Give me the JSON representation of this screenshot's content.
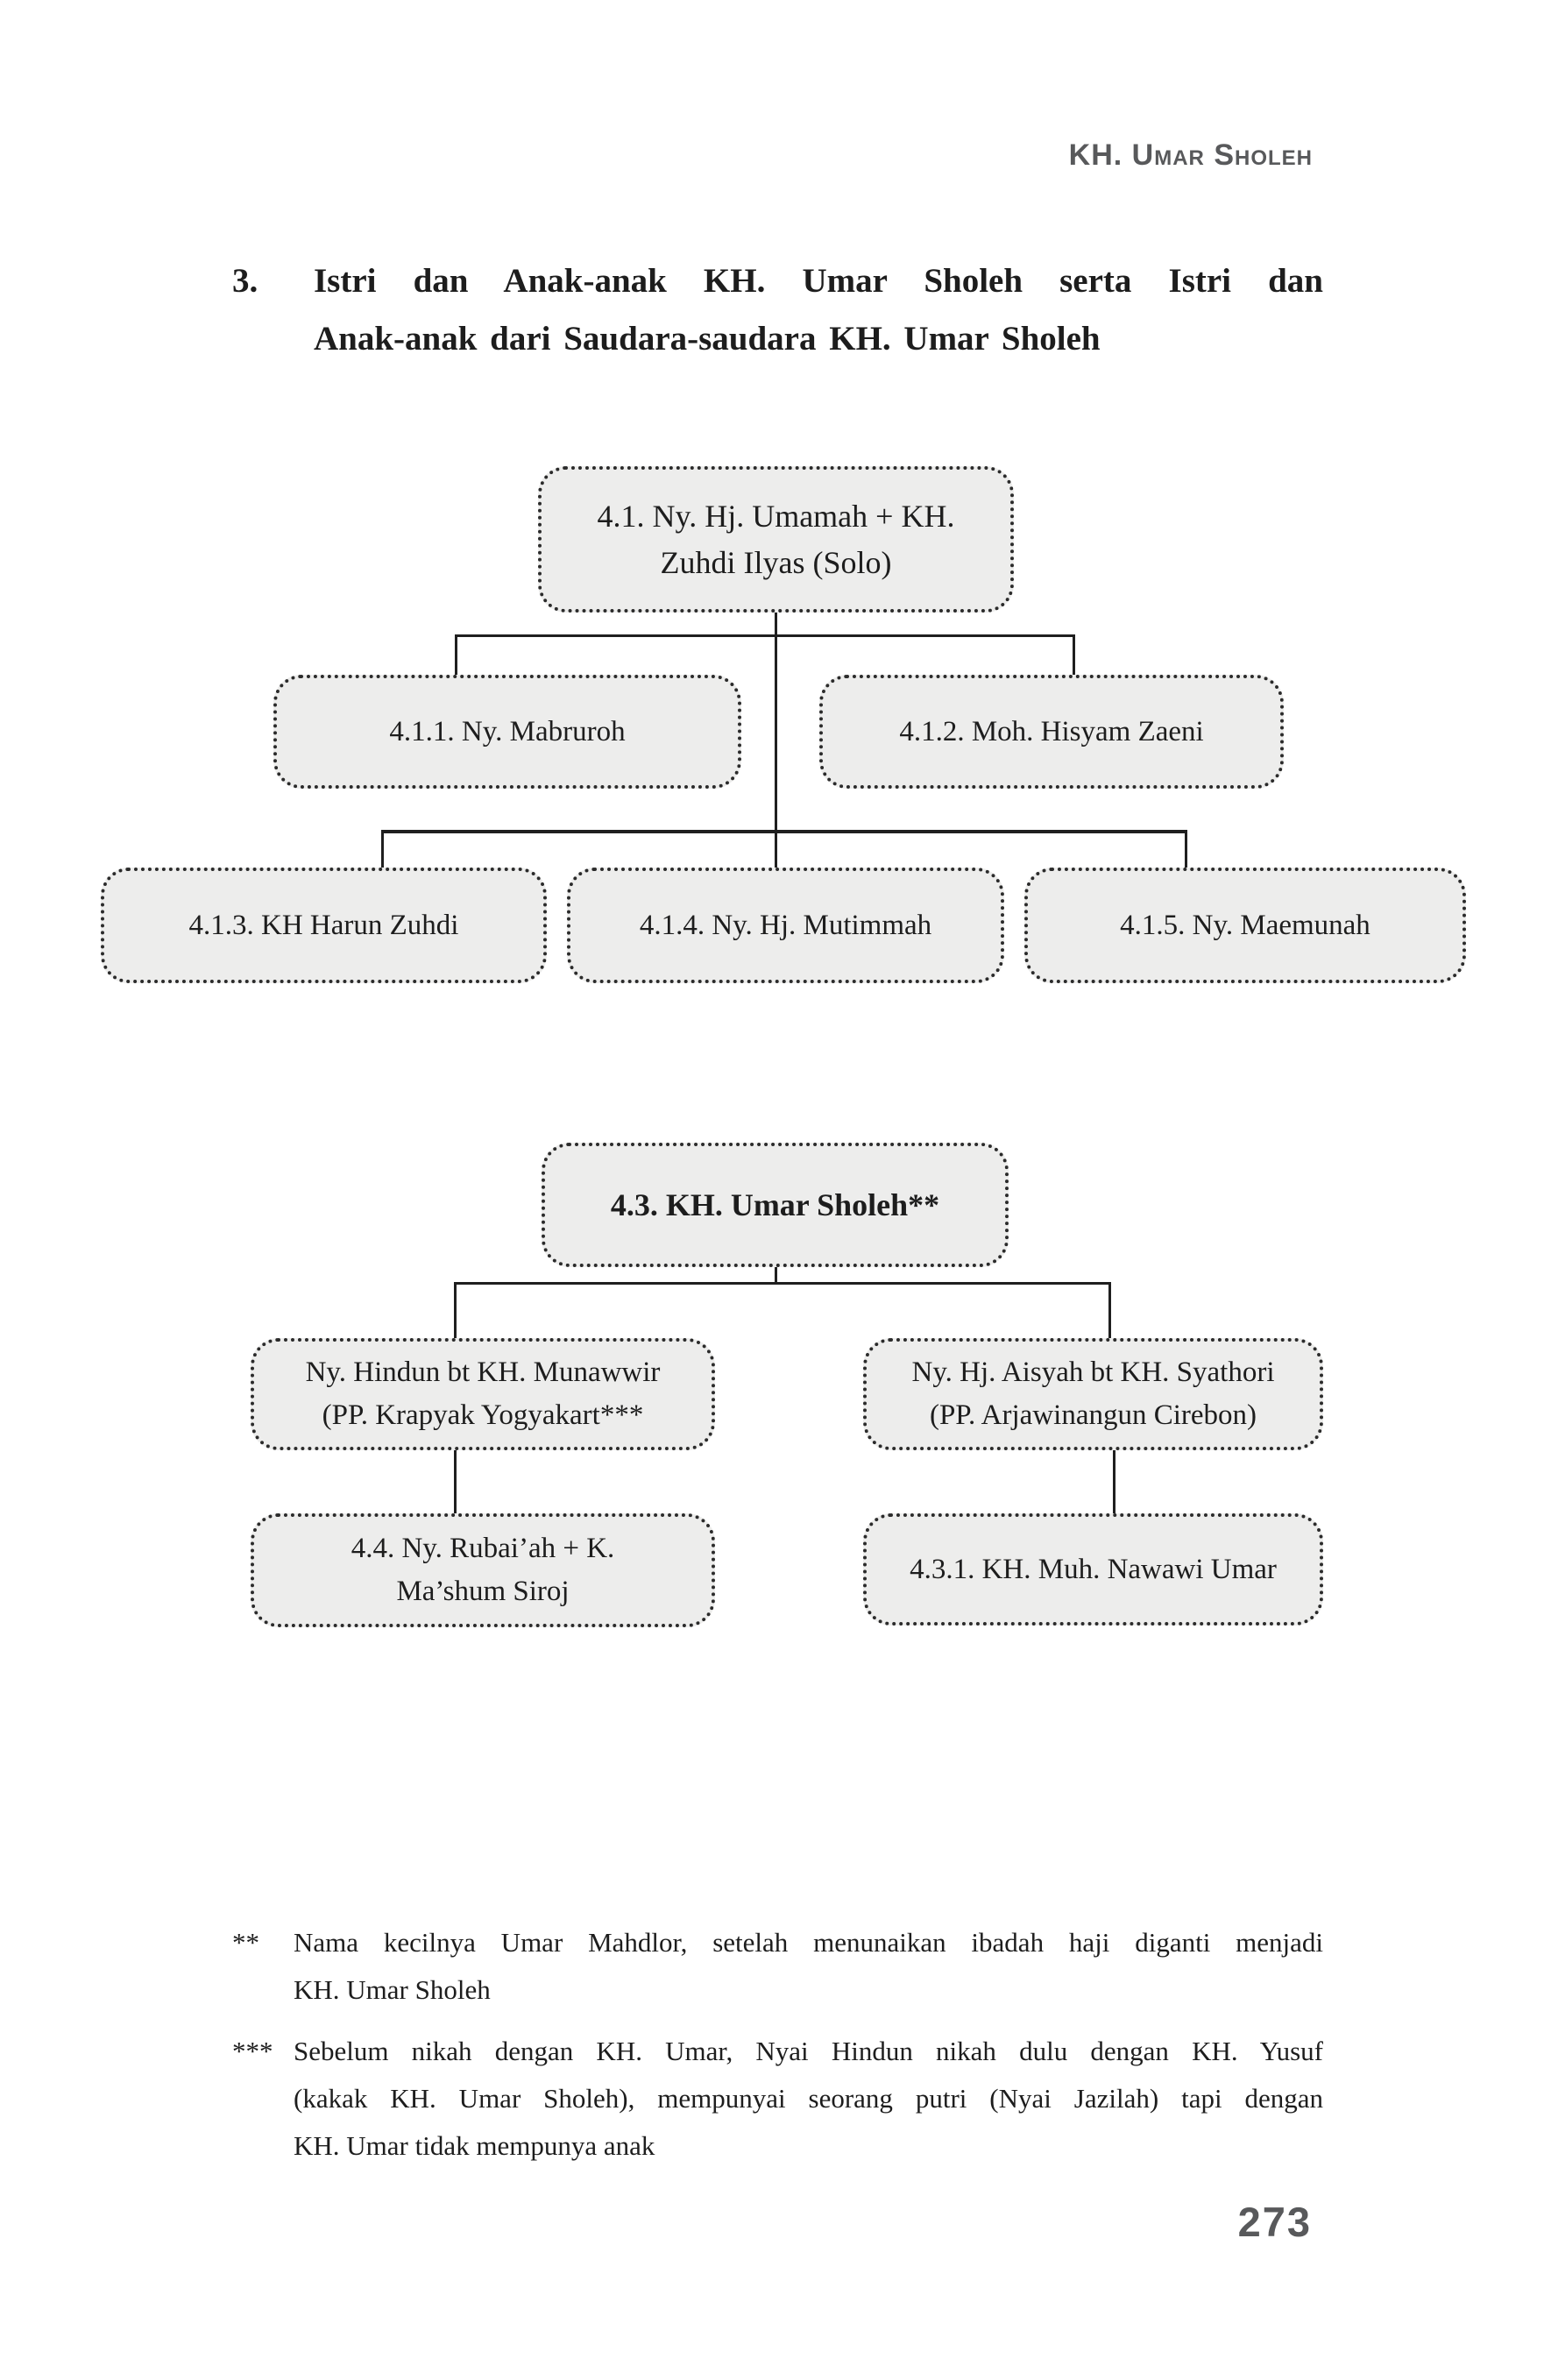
{
  "header": {
    "title": "KH. Umar Sholeh"
  },
  "heading": {
    "number": "3.",
    "line1": "Istri dan Anak-anak KH. Umar Sholeh serta Istri dan",
    "line2": "Anak-anak dari Saudara-saudara KH. Umar Sholeh"
  },
  "tree1": {
    "root": {
      "line1": "4.1. Ny. Hj. Umamah + KH.",
      "line2": "Zuhdi Ilyas (Solo)"
    },
    "children": [
      {
        "label": "4.1.1. Ny. Mabruroh"
      },
      {
        "label": "4.1.2. Moh. Hisyam Zaeni"
      }
    ],
    "grandchildren": [
      {
        "label": "4.1.3. KH  Harun Zuhdi"
      },
      {
        "label": "4.1.4. Ny. Hj. Mutimmah"
      },
      {
        "label": "4.1.5. Ny. Maemunah"
      }
    ]
  },
  "tree2": {
    "root": {
      "label": "4.3. KH. Umar Sholeh**"
    },
    "wives": [
      {
        "line1": "Ny. Hindun bt KH. Munawwir",
        "line2": "(PP. Krapyak Yogyakart***"
      },
      {
        "line1": "Ny. Hj. Aisyah bt KH. Syathori",
        "line2": "(PP. Arjawinangun Cirebon)"
      }
    ],
    "children": [
      {
        "line1": "4.4. Ny. Rubai’ah + K.",
        "line2": "Ma’shum Siroj"
      },
      {
        "label": "4.3.1. KH. Muh. Nawawi Umar"
      }
    ]
  },
  "footnotes": [
    {
      "marker": "**",
      "lines": [
        "Nama kecilnya Umar Mahdlor, setelah menunaikan ibadah haji diganti menjadi",
        "KH. Umar Sholeh"
      ]
    },
    {
      "marker": "***",
      "lines": [
        "Sebelum nikah dengan KH. Umar, Nyai Hindun nikah dulu dengan KH. Yusuf",
        "(kakak KH. Umar Sholeh), mempunyai seorang putri (Nyai Jazilah) tapi dengan",
        "KH. Umar tidak mempunya anak"
      ]
    }
  ],
  "page_number": "273",
  "colors": {
    "box_fill": "#ededec",
    "box_border": "#2b2b2b",
    "connector": "#1f1f1f",
    "header_gray": "#58595b",
    "text": "#1d1d1d"
  }
}
